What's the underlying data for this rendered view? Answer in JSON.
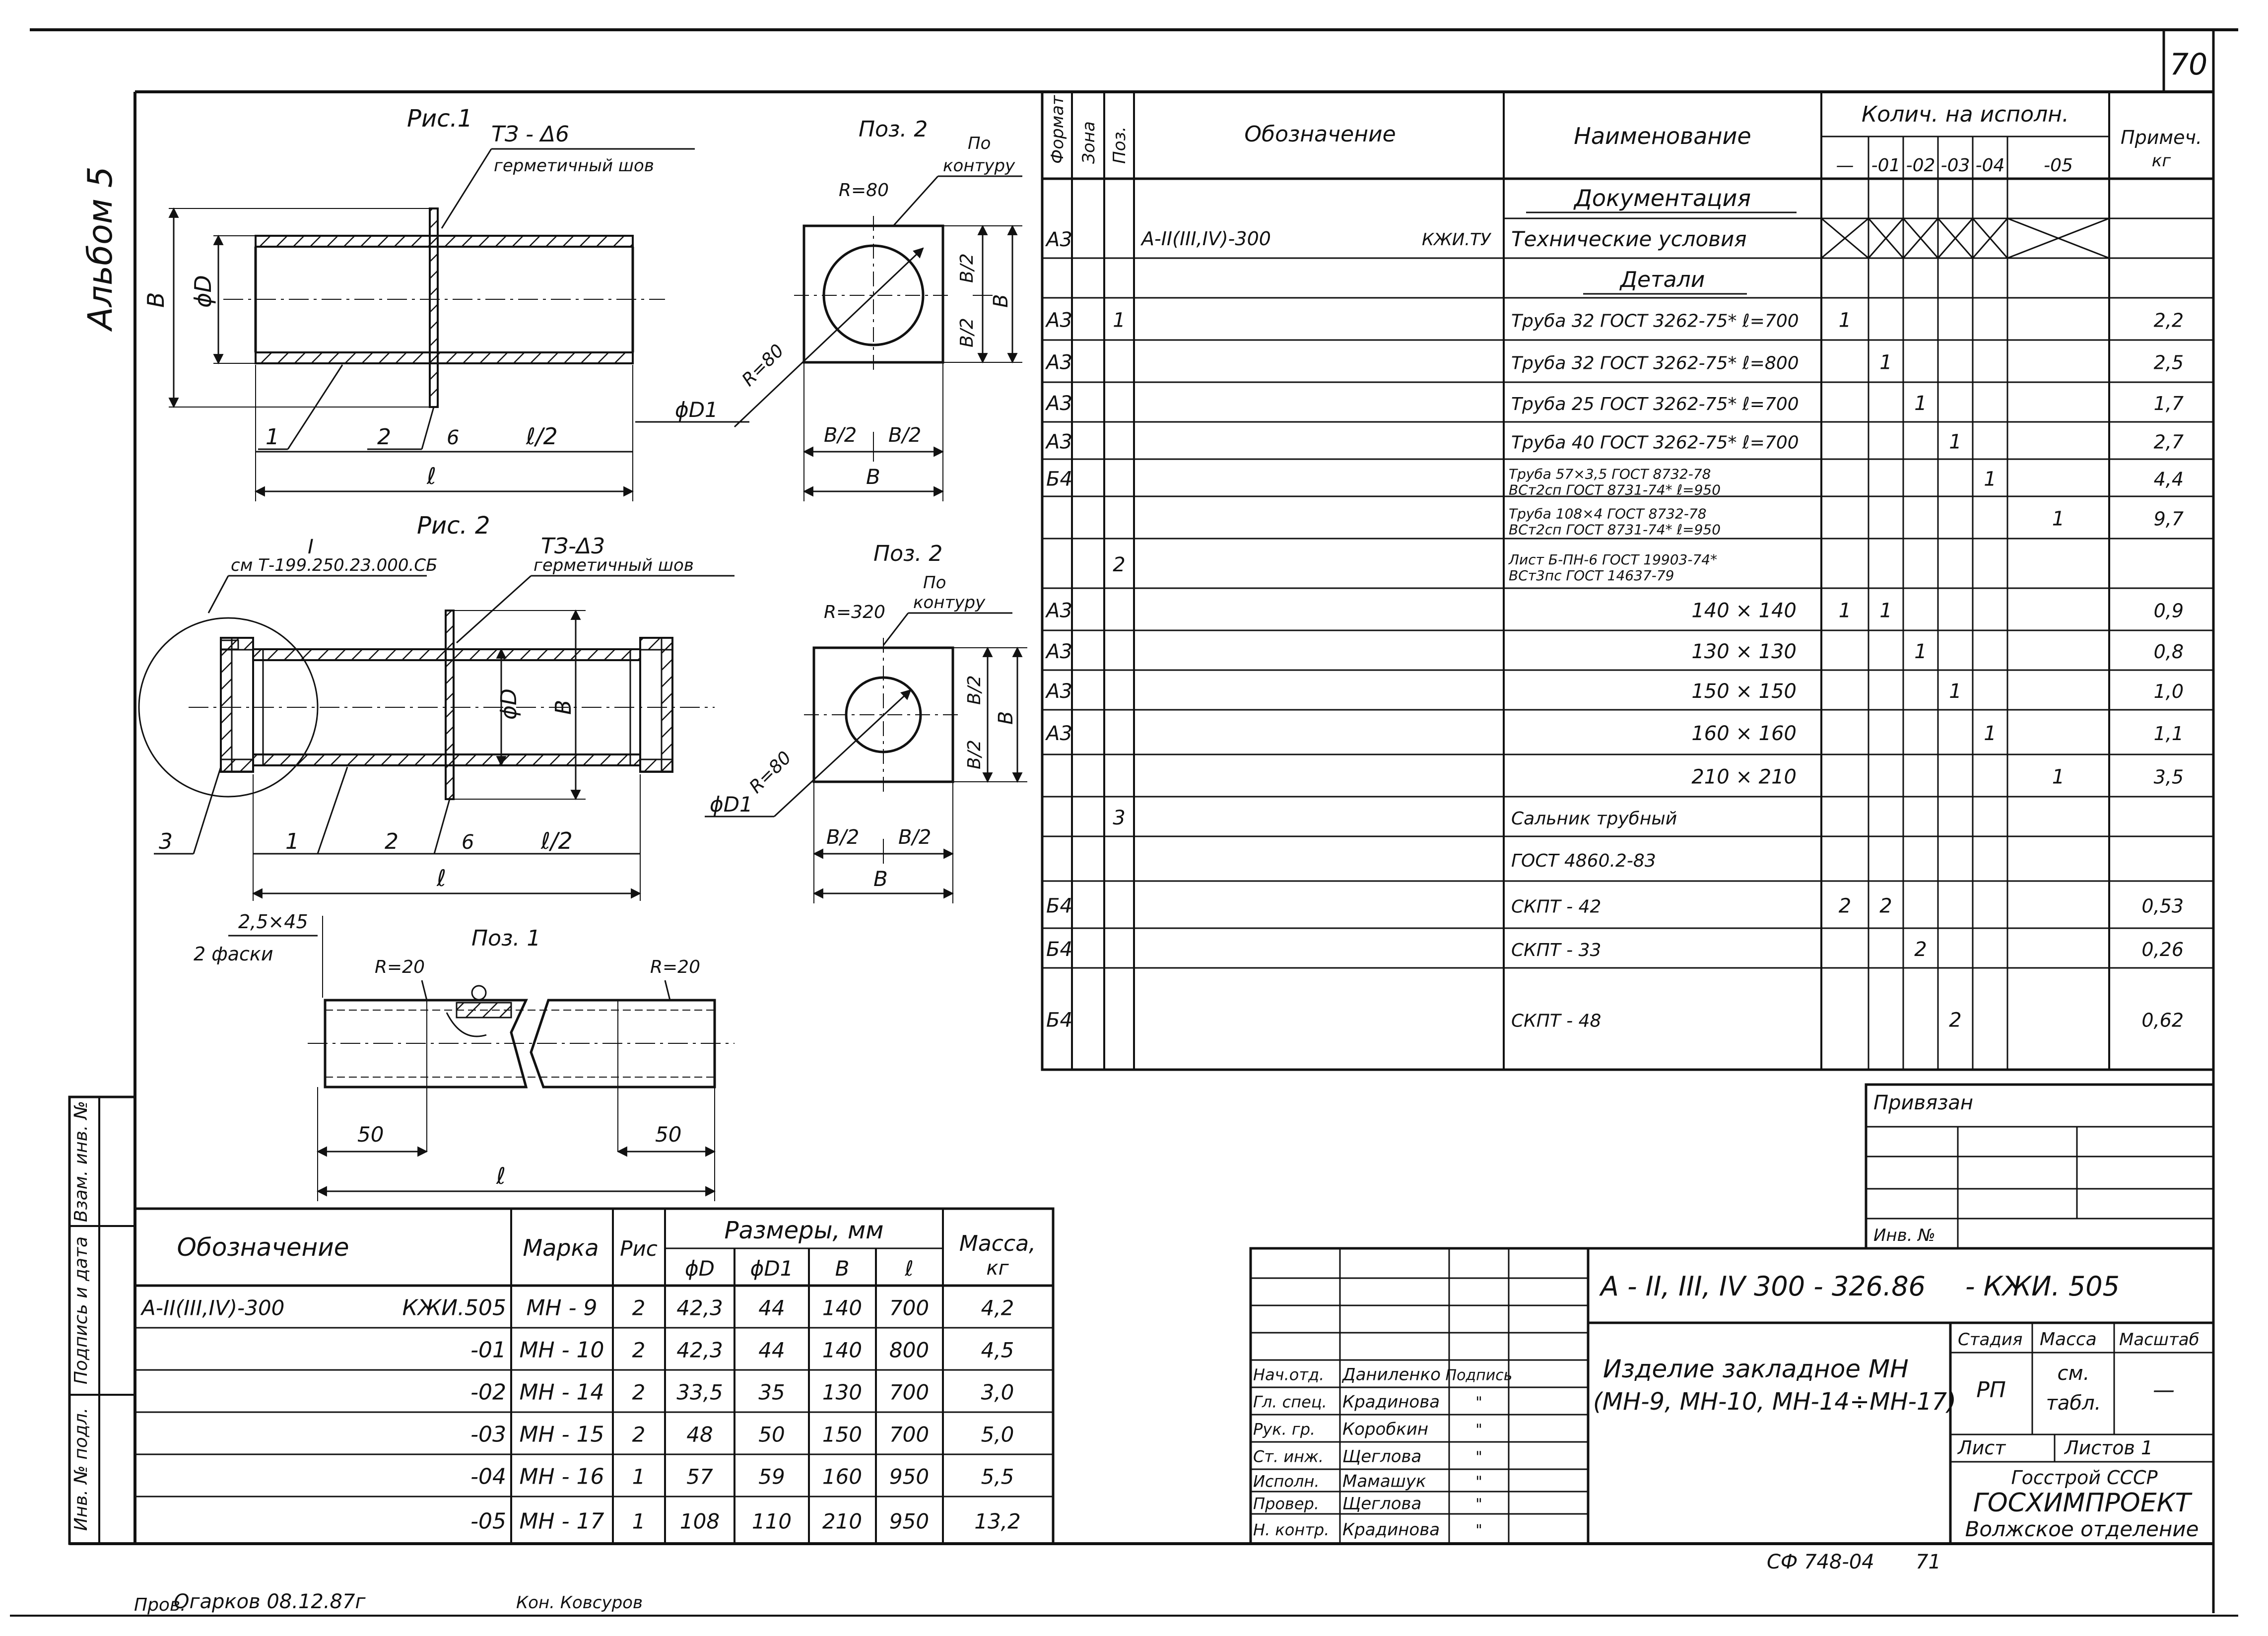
{
  "sheet": {
    "page_number": "70",
    "album_label": "Альбом 5",
    "bottom_code": "СФ 748-04",
    "bottom_number": "71",
    "check_note": "Пров.",
    "check_signature": "Огарков 08.12.87г",
    "check_signature2": "Кон. Ковсуров"
  },
  "figure1": {
    "title": "Рис.1",
    "weld_label": "ТЗ - Δ6",
    "weld_text": "герметичный шов",
    "dim_B": "B",
    "dim_D": "ϕD",
    "callout_1": "1",
    "callout_2": "2",
    "dim_6": "6",
    "dim_l2": "ℓ/2",
    "dim_l": "ℓ",
    "dim_D1": "ϕD1"
  },
  "pos2_top": {
    "title": "Поз. 2",
    "contour_note_1": "По",
    "contour_note_2": "контуру",
    "radius_top": "R=80",
    "radius_bottom": "R=80",
    "half_v1": "B/2",
    "half_v2": "B/2",
    "dim_B_v": "B",
    "half_h1": "B/2",
    "half_h2": "B/2",
    "dim_B_h": "B"
  },
  "figure2": {
    "title": "Рис. 2",
    "detail_mark": "I",
    "detail_ref": "см Т-199.250.23.000.СБ",
    "weld_label": "ТЗ-Δ3",
    "weld_text": "герметичный шов",
    "dim_D": "ϕD",
    "dim_B": "B",
    "callout_3": "3",
    "callout_1": "1",
    "callout_2": "2",
    "dim_6": "6",
    "dim_l2": "ℓ/2",
    "dim_l": "ℓ"
  },
  "pos2_bottom": {
    "title": "Поз. 2",
    "contour_note_1": "По",
    "contour_note_2": "контуру",
    "radius_top": "R=320",
    "radius_bottom": "R=80",
    "dim_D1": "ϕD1",
    "half_v1": "B/2",
    "half_v2": "B/2",
    "dim_B_v": "B",
    "half_h1": "B/2",
    "half_h2": "B/2",
    "dim_B_h": "B"
  },
  "pos1": {
    "title": "Поз. 1",
    "chamfer": "2,5×45",
    "chamfer_note": "2 фаски",
    "radius_left": "R=20",
    "radius_right": "R=20",
    "dim_50_left": "50",
    "dim_50_right": "50",
    "dim_l": "ℓ"
  },
  "spec": {
    "headers": {
      "format": "Формат",
      "zone": "Зона",
      "pos": "Поз.",
      "designation": "Обозначение",
      "name": "Наименование",
      "qty": "Колич. на исполн.",
      "qty_cols": [
        "—",
        "-01",
        "-02",
        "-03",
        "-04",
        "-05"
      ],
      "note": "Примеч.",
      "note_unit": "кг"
    },
    "section_docs": "Документация",
    "section_parts": "Детали",
    "rows": [
      {
        "fmt": "А3",
        "pos": "",
        "des": "А-II(III,IV)-300",
        "des2": "КЖИ.ТУ",
        "name": "Технические условия",
        "name2": "",
        "q": [
          "",
          "",
          "",
          "",
          "",
          ""
        ],
        "note": ""
      },
      {
        "fmt": "А3",
        "pos": "1",
        "des": "",
        "des2": "",
        "name": "Труба 32 ГОСТ 3262-75* ℓ=700",
        "name2": "",
        "q": [
          "1",
          "",
          "",
          "",
          "",
          ""
        ],
        "note": "2,2"
      },
      {
        "fmt": "А3",
        "pos": "",
        "des": "",
        "des2": "",
        "name": "Труба 32 ГОСТ 3262-75* ℓ=800",
        "name2": "",
        "q": [
          "",
          "1",
          "",
          "",
          "",
          ""
        ],
        "note": "2,5"
      },
      {
        "fmt": "А3",
        "pos": "",
        "des": "",
        "des2": "",
        "name": "Труба 25 ГОСТ 3262-75* ℓ=700",
        "name2": "",
        "q": [
          "",
          "",
          "1",
          "",
          "",
          ""
        ],
        "note": "1,7"
      },
      {
        "fmt": "А3",
        "pos": "",
        "des": "",
        "des2": "",
        "name": "Труба 40 ГОСТ 3262-75* ℓ=700",
        "name2": "",
        "q": [
          "",
          "",
          "",
          "1",
          "",
          ""
        ],
        "note": "2,7"
      },
      {
        "fmt": "Б4",
        "pos": "",
        "des": "",
        "des2": "",
        "name": "Труба 57×3,5 ГОСТ 8732-78",
        "name2": "ВСт2сп ГОСТ 8731-74* ℓ=950",
        "q": [
          "",
          "",
          "",
          "",
          "1",
          ""
        ],
        "note": "4,4"
      },
      {
        "fmt": "",
        "pos": "",
        "des": "",
        "des2": "",
        "name": "Труба 108×4 ГОСТ 8732-78",
        "name2": "ВСт2сп ГОСТ 8731-74* ℓ=950",
        "q": [
          "",
          "",
          "",
          "",
          "",
          "1"
        ],
        "note": "9,7"
      },
      {
        "fmt": "",
        "pos": "2",
        "des": "",
        "des2": "",
        "name": "Лист Б-ПН-6 ГОСТ 19903-74*",
        "name2": "ВСт3пс ГОСТ 14637-79",
        "q": [
          "",
          "",
          "",
          "",
          "",
          ""
        ],
        "note": ""
      },
      {
        "fmt": "А3",
        "pos": "",
        "des": "",
        "des2": "",
        "name": "140 × 140",
        "name2": "",
        "q": [
          "1",
          "1",
          "",
          "",
          "",
          ""
        ],
        "note": "0,9"
      },
      {
        "fmt": "А3",
        "pos": "",
        "des": "",
        "des2": "",
        "name": "130 × 130",
        "name2": "",
        "q": [
          "",
          "",
          "1",
          "",
          "",
          ""
        ],
        "note": "0,8"
      },
      {
        "fmt": "А3",
        "pos": "",
        "des": "",
        "des2": "",
        "name": "150 × 150",
        "name2": "",
        "q": [
          "",
          "",
          "",
          "1",
          "",
          ""
        ],
        "note": "1,0"
      },
      {
        "fmt": "А3",
        "pos": "",
        "des": "",
        "des2": "",
        "name": "160 × 160",
        "name2": "",
        "q": [
          "",
          "",
          "",
          "",
          "1",
          ""
        ],
        "note": "1,1"
      },
      {
        "fmt": "",
        "pos": "",
        "des": "",
        "des2": "",
        "name": "210 × 210",
        "name2": "",
        "q": [
          "",
          "",
          "",
          "",
          "",
          "1"
        ],
        "note": "3,5"
      },
      {
        "fmt": "",
        "pos": "3",
        "des": "",
        "des2": "",
        "name": "Сальник трубный",
        "name2": "",
        "q": [
          "",
          "",
          "",
          "",
          "",
          ""
        ],
        "note": ""
      },
      {
        "fmt": "",
        "pos": "",
        "des": "",
        "des2": "",
        "name": "ГОСТ 4860.2-83",
        "name2": "",
        "q": [
          "",
          "",
          "",
          "",
          "",
          ""
        ],
        "note": ""
      },
      {
        "fmt": "Б4",
        "pos": "",
        "des": "",
        "des2": "",
        "name": "СКПТ - 42",
        "name2": "",
        "q": [
          "2",
          "2",
          "",
          "",
          "",
          ""
        ],
        "note": "0,53"
      },
      {
        "fmt": "Б4",
        "pos": "",
        "des": "",
        "des2": "",
        "name": "СКПТ - 33",
        "name2": "",
        "q": [
          "",
          "",
          "2",
          "",
          "",
          ""
        ],
        "note": "0,26"
      },
      {
        "fmt": "Б4",
        "pos": "",
        "des": "",
        "des2": "",
        "name": "СКПТ - 48",
        "name2": "",
        "q": [
          "",
          "",
          "",
          "2",
          "",
          ""
        ],
        "note": "0,62"
      }
    ]
  },
  "sizes": {
    "headers": {
      "designation": "Обозначение",
      "mark": "Марка",
      "fig": "Рис",
      "dims": "Размеры, мм",
      "D": "ϕD",
      "D1": "ϕD1",
      "B": "B",
      "l": "ℓ",
      "mass": "Масса,",
      "mass_unit": "кг"
    },
    "rows": [
      {
        "des": "А-II(III,IV)-300",
        "code": "КЖИ.505",
        "mark": "МН - 9",
        "fig": "2",
        "D": "42,3",
        "D1": "44",
        "B": "140",
        "l": "700",
        "mass": "4,2"
      },
      {
        "des": "",
        "code": "-01",
        "mark": "МН - 10",
        "fig": "2",
        "D": "42,3",
        "D1": "44",
        "B": "140",
        "l": "800",
        "mass": "4,5"
      },
      {
        "des": "",
        "code": "-02",
        "mark": "МН - 14",
        "fig": "2",
        "D": "33,5",
        "D1": "35",
        "B": "130",
        "l": "700",
        "mass": "3,0"
      },
      {
        "des": "",
        "code": "-03",
        "mark": "МН - 15",
        "fig": "2",
        "D": "48",
        "D1": "50",
        "B": "150",
        "l": "700",
        "mass": "5,0"
      },
      {
        "des": "",
        "code": "-04",
        "mark": "МН - 16",
        "fig": "1",
        "D": "57",
        "D1": "59",
        "B": "160",
        "l": "950",
        "mass": "5,5"
      },
      {
        "des": "",
        "code": "-05",
        "mark": "МН - 17",
        "fig": "1",
        "D": "108",
        "D1": "110",
        "B": "210",
        "l": "950",
        "mass": "13,2"
      }
    ]
  },
  "side_stamp": {
    "labels": [
      "Взам. инв. №",
      "Подпись и дата",
      "Инв. № подл."
    ]
  },
  "bound": {
    "title": "Привязан",
    "inv": "Инв. №"
  },
  "title_block": {
    "designation": "А - II, III, IV  300 - 326.86",
    "code": "- КЖИ. 505",
    "name_1": "Изделие закладное МН",
    "name_2": "(МН-9, МН-10, МН-14÷МН-17)",
    "stage_h": "Стадия",
    "mass_h": "Масса",
    "scale_h": "Масштаб",
    "stage": "РП",
    "mass_1": "см.",
    "mass_2": "табл.",
    "scale": "—",
    "sheet_h": "Лист",
    "sheets_h": "Листов 1",
    "org_1": "Госстрой СССР",
    "org_2": "ГОСХИМПРОЕКТ",
    "org_3": "Волжское отделение",
    "sign_h": "Подпись",
    "roles": [
      {
        "role": "Нач.отд.",
        "name": "Даниленко",
        "sign": "Подпись"
      },
      {
        "role": "Гл. спец.",
        "name": "Крадинова",
        "sign": "\""
      },
      {
        "role": "Рук. гр.",
        "name": "Коробкин",
        "sign": "\""
      },
      {
        "role": "Ст. инж.",
        "name": "Щеглова",
        "sign": "\""
      },
      {
        "role": "Исполн.",
        "name": "Мамашук",
        "sign": "\""
      },
      {
        "role": "Провер.",
        "name": "Щеглова",
        "sign": "\""
      },
      {
        "role": "Н. контр.",
        "name": "Крадинова",
        "sign": "\""
      }
    ]
  }
}
